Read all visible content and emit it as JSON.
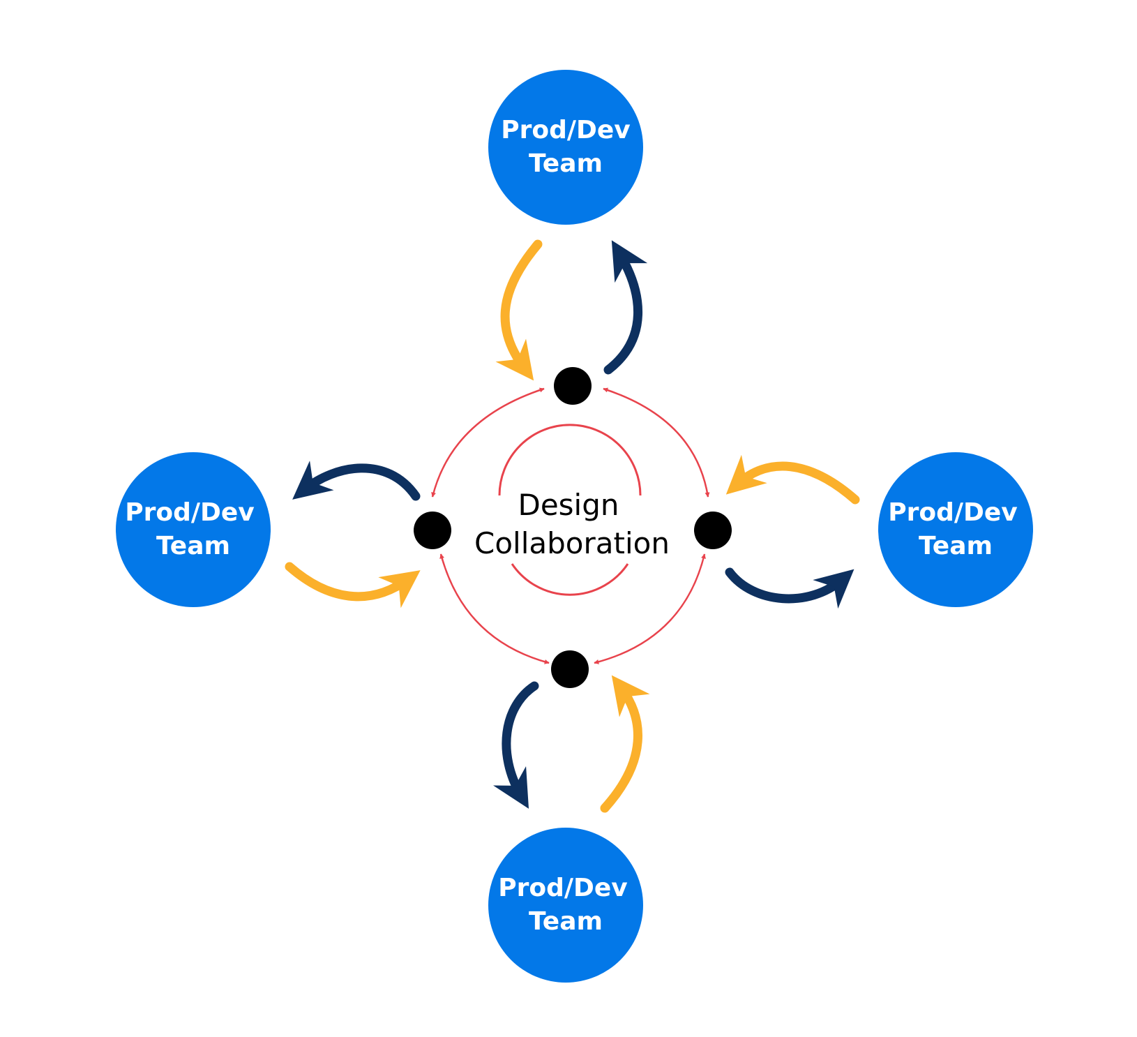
{
  "center": {
    "line1": "Design",
    "line2": "Collaboration"
  },
  "teams": [
    {
      "id": "top",
      "line1": "Prod/Dev",
      "line2": "Team"
    },
    {
      "id": "left",
      "line1": "Prod/Dev",
      "line2": "Team"
    },
    {
      "id": "right",
      "line1": "Prod/Dev",
      "line2": "Team"
    },
    {
      "id": "bottom",
      "line1": "Prod/Dev",
      "line2": "Team"
    }
  ],
  "colors": {
    "team_fill": "#0378e8",
    "team_text": "#ffffff",
    "node": "#000000",
    "ring": "#e8434c",
    "arrow_yellow": "#fbb02b",
    "arrow_navy": "#0d305f",
    "center_text": "#000000"
  }
}
